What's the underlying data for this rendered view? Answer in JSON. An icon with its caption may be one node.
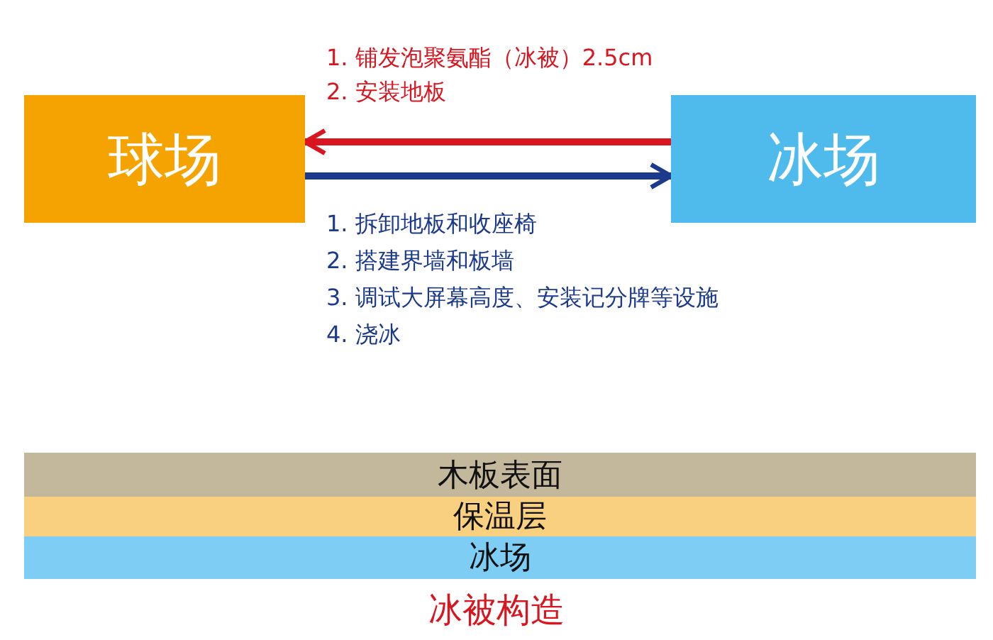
{
  "diagram": {
    "caption": "冰被构造",
    "nodes": [
      {
        "text": [
          "球场"
        ]
      },
      {
        "text": [
          "冰场"
        ]
      },
      {
        "text": [
          "木板表面"
        ]
      },
      {
        "text": [
          "保温层"
        ]
      },
      {
        "text": [
          "冰场"
        ]
      }
    ],
    "edges": [
      {
        "from": 1,
        "to": 0,
        "arrow": "to",
        "color": "#d9161f"
      },
      {
        "from": 0,
        "to": 1,
        "arrow": "to",
        "color": "#1b3a8c"
      }
    ],
    "labels": [
      "1. 铺发泡聚氨酯（冰被）2.5cm",
      "2. 安装地板",
      "1. 拆卸地板和收座椅",
      "2. 搭建界墙和板墙",
      "3. 调试大屏幕高度、安装记分牌等设施",
      "4. 浇冰"
    ]
  }
}
